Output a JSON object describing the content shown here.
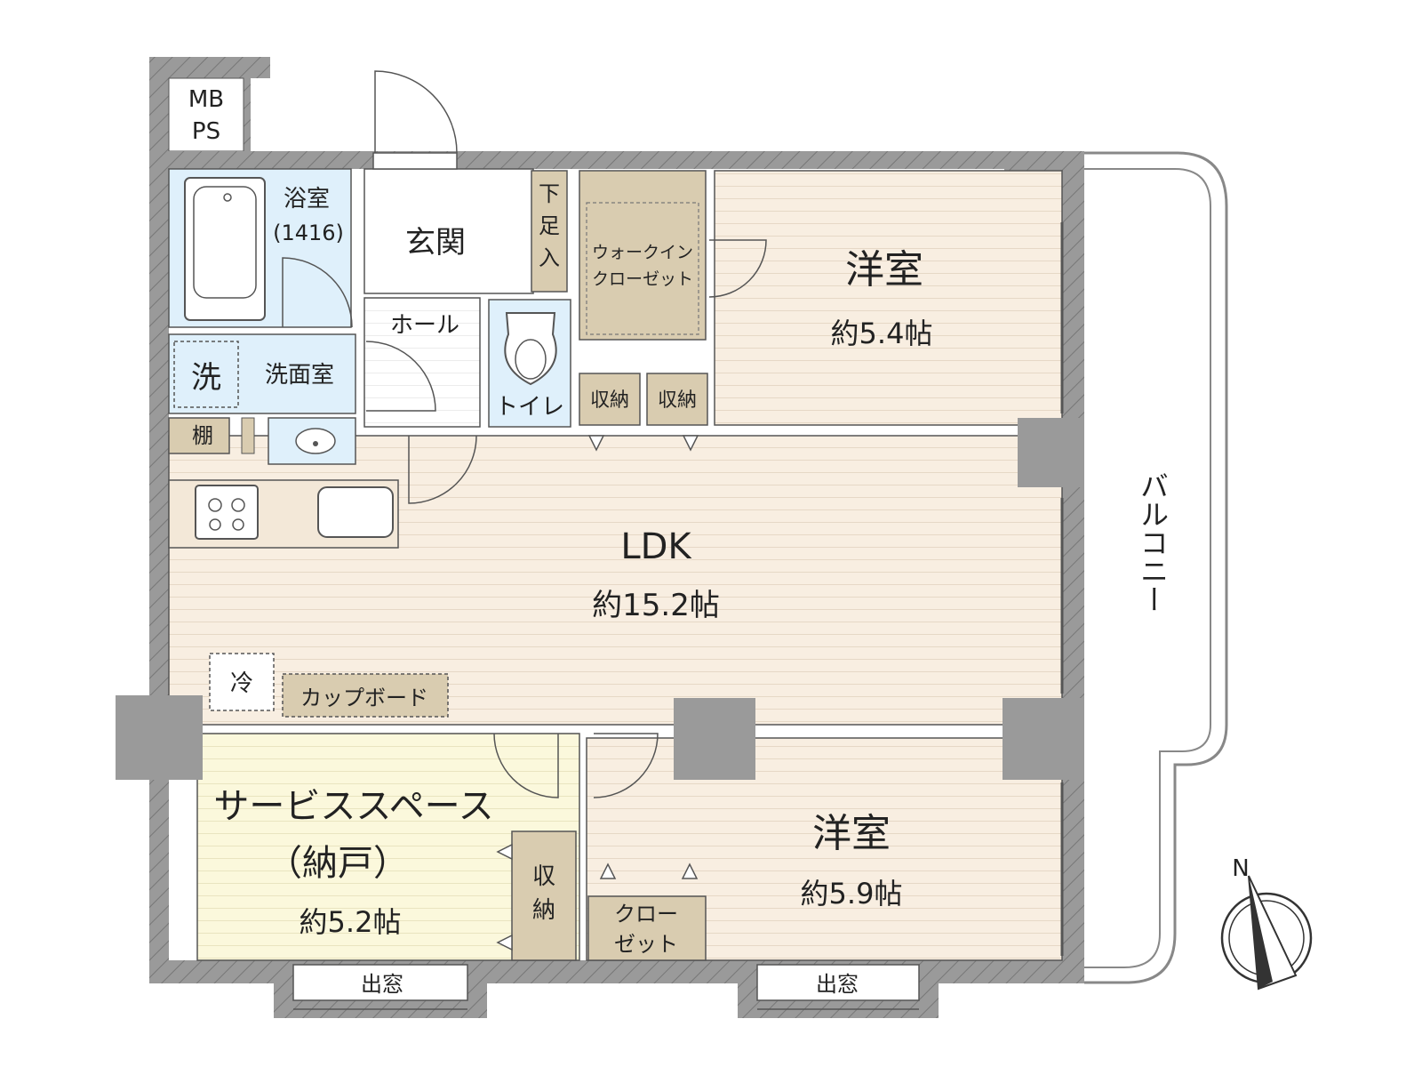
{
  "labels": {
    "mbps_line1": "MB",
    "mbps_line2": "PS",
    "bath": "浴室",
    "bath_size": "(1416)",
    "entrance": "玄関",
    "shoe_closet_1": "下",
    "shoe_closet_2": "足",
    "shoe_closet_3": "入",
    "wic_line1": "ウォークイン",
    "wic_line2": "クローゼット",
    "western_room_1": "洋室",
    "western_room_1_size": "約5.4帖",
    "hall": "ホール",
    "washer": "洗",
    "washroom": "洗面室",
    "toilet": "トイレ",
    "storage_1": "収納",
    "storage_2": "収納",
    "shelf": "棚",
    "ldk": "LDK",
    "ldk_size": "約15.2帖",
    "balcony": "バルコニー",
    "fridge": "冷",
    "cupboard": "カップボード",
    "service_space_line1": "サービススペース",
    "service_space_line2": "（納戸）",
    "service_space_size": "約5.2帖",
    "storage_3": "収納",
    "western_room_2": "洋室",
    "western_room_2_size": "約5.9帖",
    "closet_line1": "クロー",
    "closet_line2": "ゼット",
    "bay_window_1": "出窓",
    "bay_window_2": "出窓",
    "north": "N"
  },
  "colors": {
    "wall": "#9a9a9a",
    "wood_floor": "#f8eee1",
    "wet_area": "#dff0fb",
    "storage": "#d9ccb0",
    "service_space": "#fbf8dc",
    "entrance": "#ffffff"
  }
}
